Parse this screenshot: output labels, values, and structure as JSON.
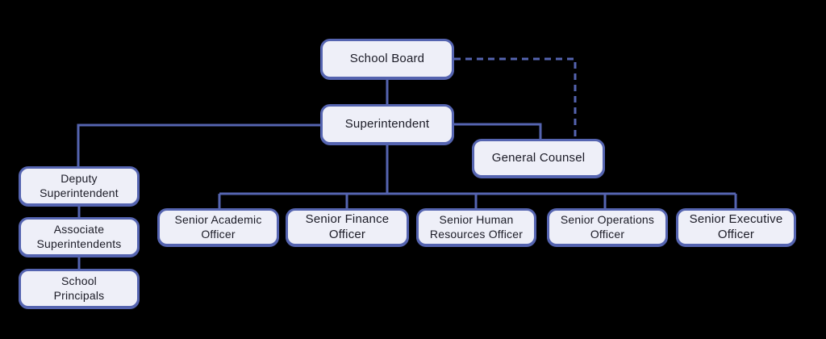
{
  "diagram": {
    "type": "org-chart",
    "nodes": {
      "school_board": {
        "label": "School Board"
      },
      "superintendent": {
        "label": "Superintendent"
      },
      "general_counsel": {
        "label": "General Counsel"
      },
      "deputy_superintendent": {
        "label": "Deputy\nSuperintendent"
      },
      "associate_superintendents": {
        "label": "Associate\nSuperintendents"
      },
      "school_principals": {
        "label": "School\nPrincipals"
      },
      "senior_academic_officer": {
        "label": "Senior Academic\nOfficer"
      },
      "senior_finance_officer": {
        "label": "Senior Finance\nOfficer"
      },
      "senior_human_resources_officer": {
        "label": "Senior Human\nResources Officer"
      },
      "senior_operations_officer": {
        "label": "Senior Operations\nOfficer"
      },
      "senior_executive_officer": {
        "label": "Senior Executive\nOfficer"
      }
    },
    "edges": [
      {
        "from": "school_board",
        "to": "superintendent",
        "style": "solid"
      },
      {
        "from": "school_board",
        "to": "general_counsel",
        "style": "dashed"
      },
      {
        "from": "superintendent",
        "to": "general_counsel",
        "style": "solid"
      },
      {
        "from": "superintendent",
        "to": "deputy_superintendent",
        "style": "solid"
      },
      {
        "from": "superintendent",
        "to": "senior_academic_officer",
        "style": "solid"
      },
      {
        "from": "superintendent",
        "to": "senior_finance_officer",
        "style": "solid"
      },
      {
        "from": "superintendent",
        "to": "senior_human_resources_officer",
        "style": "solid"
      },
      {
        "from": "superintendent",
        "to": "senior_operations_officer",
        "style": "solid"
      },
      {
        "from": "superintendent",
        "to": "senior_executive_officer",
        "style": "solid"
      },
      {
        "from": "deputy_superintendent",
        "to": "associate_superintendents",
        "style": "solid"
      },
      {
        "from": "associate_superintendents",
        "to": "school_principals",
        "style": "solid"
      }
    ],
    "colors": {
      "background": "#000000",
      "node_fill": "#EEEFF8",
      "node_border": "#5564B0",
      "connector": "#5564B0",
      "text": "#1B1B26"
    }
  }
}
